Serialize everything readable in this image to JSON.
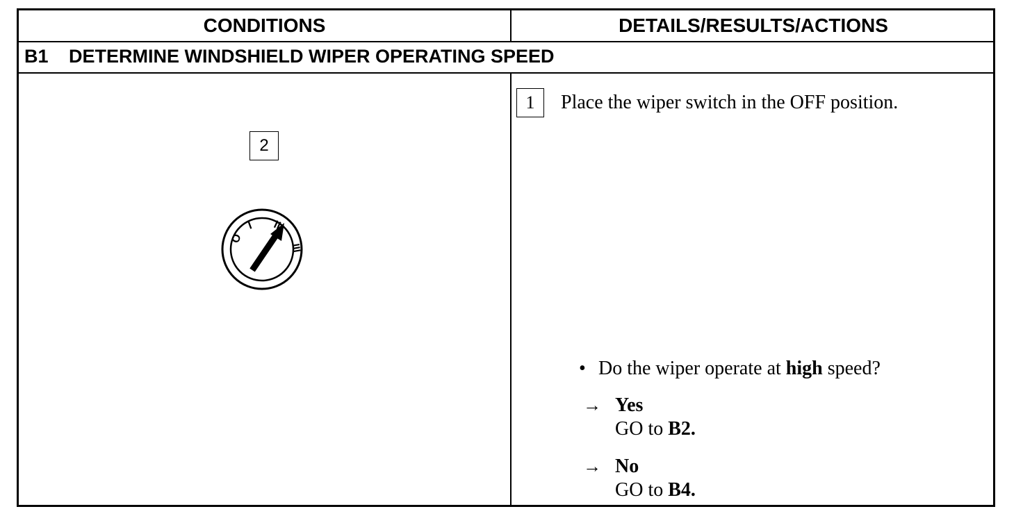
{
  "header": {
    "conditions": "CONDITIONS",
    "details": "DETAILS/RESULTS/ACTIONS"
  },
  "step": {
    "code": "B1",
    "title": "DETERMINE WINDSHIELD WIPER OPERATING SPEED"
  },
  "conditions_panel": {
    "figure_number": "2",
    "dial_labels": {
      "off": "O",
      "low": "I",
      "medium": "II",
      "high": "III"
    },
    "pointer_setting": "II"
  },
  "details_panel": {
    "step_number": "1",
    "instruction": "Place the wiper switch in the OFF position.",
    "question_prefix": "Do the wiper operate at ",
    "question_bold": "high",
    "question_suffix": " speed?",
    "branches": [
      {
        "arrow": "→",
        "answer": "Yes",
        "go_prefix": "GO to ",
        "go_target": "B2."
      },
      {
        "arrow": "→",
        "answer": "No",
        "go_prefix": "GO to ",
        "go_target": "B4."
      }
    ]
  }
}
